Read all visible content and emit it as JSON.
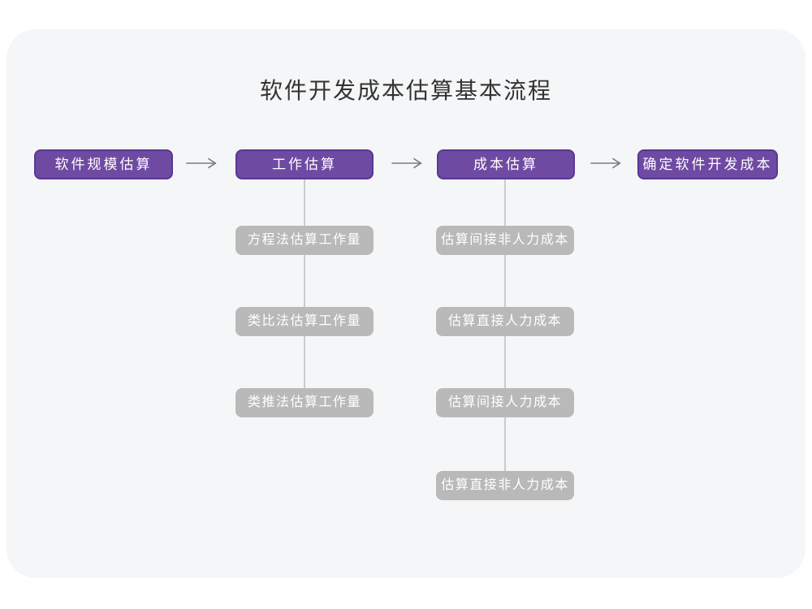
{
  "title": "软件开发成本估算基本流程",
  "flow": {
    "main_nodes": [
      {
        "label": "软件规模估算"
      },
      {
        "label": "工作估算"
      },
      {
        "label": "成本估算"
      },
      {
        "label": "确定软件开发成本"
      }
    ],
    "sub_columns": [
      {
        "parent": "工作估算",
        "items": [
          {
            "label": "方程法估算工作量"
          },
          {
            "label": "类比法估算工作量"
          },
          {
            "label": "类推法估算工作量"
          }
        ]
      },
      {
        "parent": "成本估算",
        "items": [
          {
            "label": "估算间接非人力成本"
          },
          {
            "label": "估算直接人力成本"
          },
          {
            "label": "估算间接人力成本"
          },
          {
            "label": "估算直接非人力成本"
          }
        ]
      }
    ]
  },
  "colors": {
    "primary_box": "#6f4aa2",
    "primary_box_border": "#5a3794",
    "sub_box": "#b9b9b9",
    "card_background": "#f5f6f7",
    "connector_line": "#cbcbcb",
    "arrow": "#7b7b7b",
    "title_text": "#333333",
    "box_text": "#ffffff"
  }
}
